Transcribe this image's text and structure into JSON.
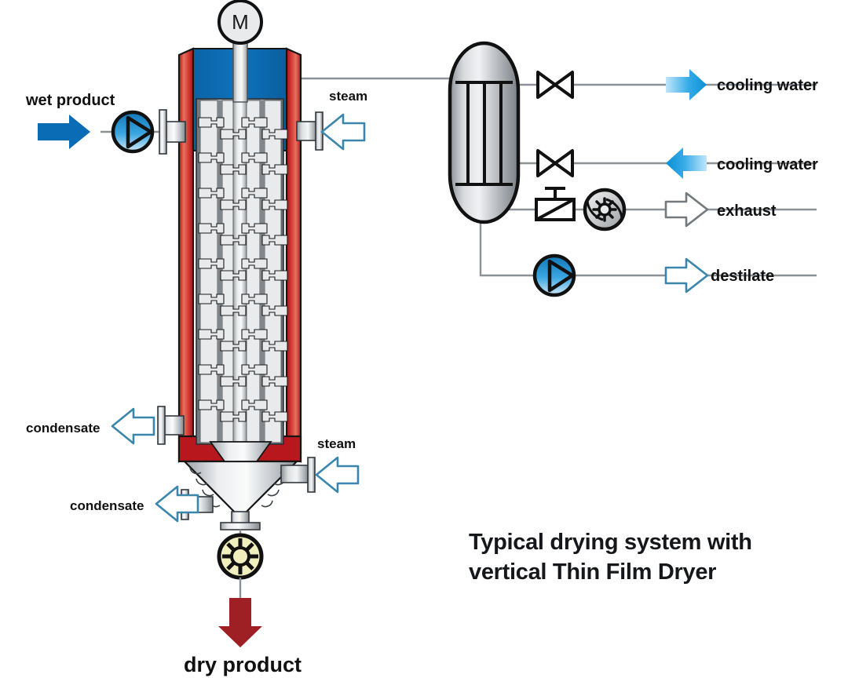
{
  "title": {
    "line1": "Typical drying system with",
    "line2": "vertical Thin Film Dryer"
  },
  "labels": {
    "wet_product": "wet product",
    "steam_top": "steam",
    "steam_bottom": "steam",
    "condensate_upper": "condensate",
    "condensate_lower": "condensate",
    "dry_product": "dry product",
    "cooling_water_in": "cooling water",
    "cooling_water_out": "cooling water",
    "exhaust": "exhaust",
    "destilate": "destilate"
  },
  "equipment": {
    "motor_symbol": "M",
    "dryer_name": "vertical thin film dryer",
    "condenser_name": "condenser",
    "feed_pump_name": "feed pump",
    "distillate_pump_name": "distillate pump",
    "blower_name": "exhaust blower",
    "rotary_valve_name": "rotary airlock valve",
    "valve_upper_name": "cooling water valve upper",
    "valve_lower_name": "cooling water valve lower",
    "control_valve_name": "exhaust control valve"
  },
  "colors": {
    "jacket_red": "#c1191e",
    "jacket_red_light": "#e8705f",
    "vapor_blue": "#0b6ab0",
    "arrow_blue_solid": "#0a6cb4",
    "arrow_blue_light": "#29a9e6",
    "arrow_outline_blue": "#2a7fa8",
    "arrow_outline_gray": "#6e7275",
    "dry_product_red": "#9e1f24",
    "rotary_yellow": "#f2efbe",
    "steel_light": "#e9eaec",
    "steel_mid": "#b9bcc0",
    "steel_dark": "#6f7479",
    "line_gray": "#8c9196",
    "outline": "#111111"
  }
}
